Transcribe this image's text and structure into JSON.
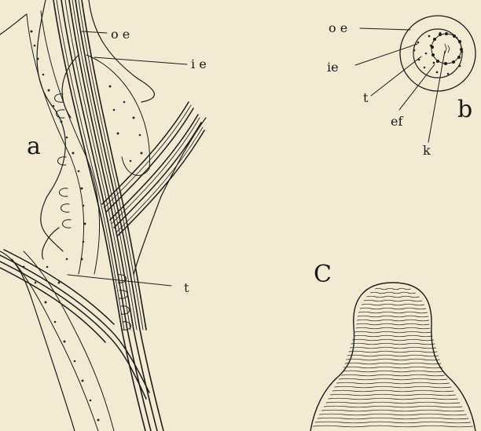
{
  "figure": {
    "panels": [
      {
        "id": "a",
        "letter": "a",
        "labels": {
          "oe": "o e",
          "ie": "i e",
          "t": "t"
        }
      },
      {
        "id": "b",
        "letter": "b",
        "labels": {
          "oe": "o e",
          "ie": "ie",
          "t": "t",
          "ef": "ef",
          "k": "k"
        }
      },
      {
        "id": "c",
        "letter": "C"
      }
    ],
    "colors": {
      "paper": "#f2ead3",
      "ink": "#1c1c1c"
    }
  }
}
